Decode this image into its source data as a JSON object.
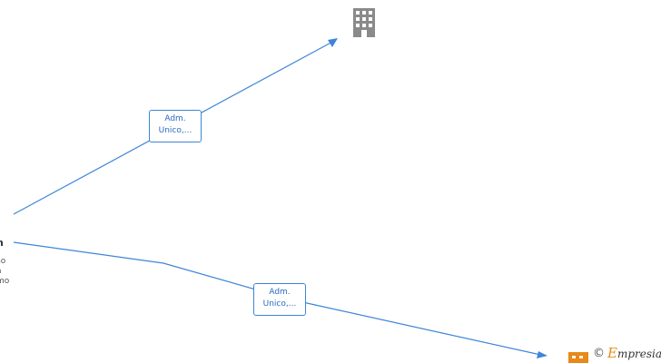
{
  "edges": [
    {
      "label_line1": "Adm.",
      "label_line2": "Unico,..."
    },
    {
      "label_line1": "Adm.",
      "label_line2": "Unico,..."
    }
  ],
  "person": {
    "name": "n",
    "line1": "so",
    "line2": "a",
    "line3": "mo"
  },
  "nodes": {
    "company_icon": "building-icon"
  },
  "brand": {
    "copyright": "©",
    "first_letter": "E",
    "rest": "mpresia"
  },
  "colors": {
    "edge": "#3d85d8",
    "icon": "#8a8a8a",
    "brand_accent": "#e8891a"
  }
}
